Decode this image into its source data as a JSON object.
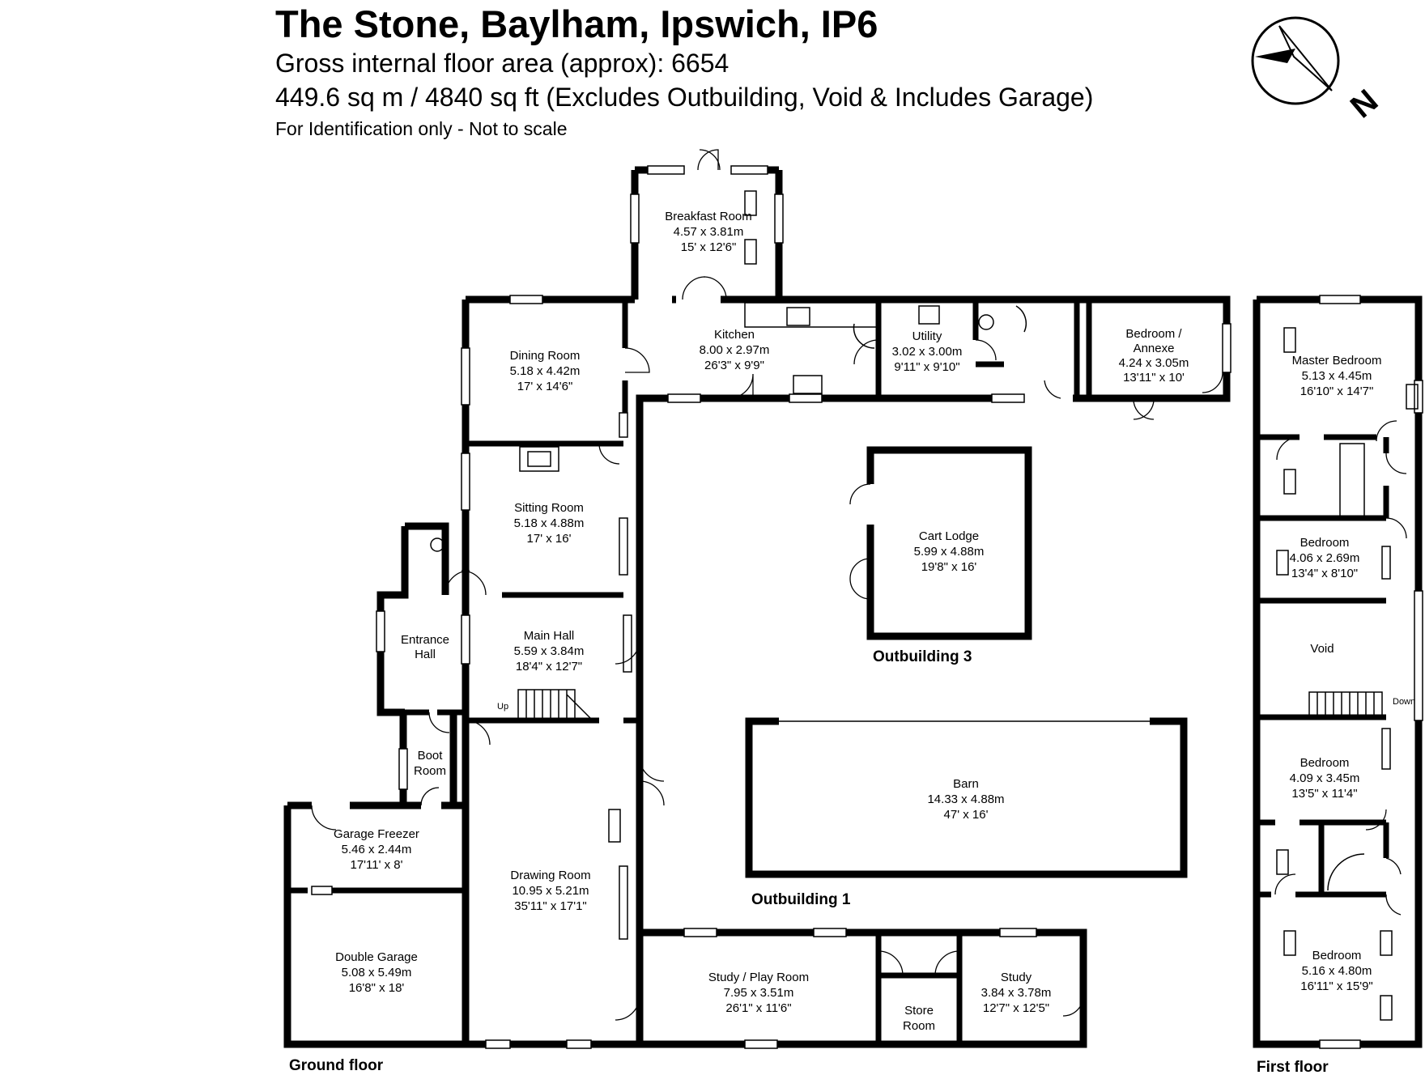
{
  "header": {
    "title": "The Stone, Baylham, Ipswich, IP6",
    "line2": "Gross internal floor area (approx): 6654",
    "line3": "449.6 sq m / 4840 sq ft (Excludes Outbuilding, Void & Includes Garage)",
    "line4": "For Identification only - Not to scale"
  },
  "compass": {
    "letter": "N",
    "icon": "compass-icon"
  },
  "floors": {
    "ground": "Ground floor",
    "first": "First floor"
  },
  "outbuildings": {
    "ob3": "Outbuilding 3",
    "ob1": "Outbuilding 1"
  },
  "rooms": {
    "breakfast": {
      "name": "Breakfast Room",
      "metric": "4.57 x 3.81m",
      "imperial": "15' x 12'6\""
    },
    "dining": {
      "name": "Dining Room",
      "metric": "5.18 x 4.42m",
      "imperial": "17' x 14'6\""
    },
    "kitchen": {
      "name": "Kitchen",
      "metric": "8.00 x 2.97m",
      "imperial": "26'3\" x 9'9\""
    },
    "utility": {
      "name": "Utility",
      "metric": "3.02 x 3.00m",
      "imperial": "9'11\" x 9'10\""
    },
    "annexe": {
      "name": "Bedroom /",
      "name2": "Annexe",
      "metric": "4.24 x 3.05m",
      "imperial": "13'11\" x 10'"
    },
    "sitting": {
      "name": "Sitting Room",
      "metric": "5.18 x 4.88m",
      "imperial": "17' x 16'"
    },
    "entrance": {
      "name": "Entrance",
      "name2": "Hall"
    },
    "mainhall": {
      "name": "Main Hall",
      "metric": "5.59 x 3.84m",
      "imperial": "18'4\" x 12'7\""
    },
    "boot": {
      "name": "Boot",
      "name2": "Room"
    },
    "freezer": {
      "name": "Garage Freezer",
      "metric": "5.46 x 2.44m",
      "imperial": "17'11' x 8'"
    },
    "garage": {
      "name": "Double Garage",
      "metric": "5.08 x 5.49m",
      "imperial": "16'8\" x 18'"
    },
    "drawing": {
      "name": "Drawing Room",
      "metric": "10.95 x 5.21m",
      "imperial": "35'11\" x 17'1\""
    },
    "study_play": {
      "name": "Study / Play Room",
      "metric": "7.95 x 3.51m",
      "imperial": "26'1\" x 11'6\""
    },
    "store": {
      "name": "Store",
      "name2": "Room"
    },
    "study": {
      "name": "Study",
      "metric": "3.84 x 3.78m",
      "imperial": "12'7\" x 12'5\""
    },
    "cartlodge": {
      "name": "Cart Lodge",
      "metric": "5.99 x 4.88m",
      "imperial": "19'8\" x 16'"
    },
    "barn": {
      "name": "Barn",
      "metric": "14.33 x 4.88m",
      "imperial": "47' x 16'"
    },
    "master": {
      "name": "Master Bedroom",
      "metric": "5.13 x 4.45m",
      "imperial": "16'10\" x 14'7\""
    },
    "bed2": {
      "name": "Bedroom",
      "metric": "4.06 x 2.69m",
      "imperial": "13'4\" x 8'10\""
    },
    "void": {
      "name": "Void"
    },
    "bed3": {
      "name": "Bedroom",
      "metric": "4.09 x 3.45m",
      "imperial": "13'5\" x 11'4\""
    },
    "bed4": {
      "name": "Bedroom",
      "metric": "5.16 x 4.80m",
      "imperial": "16'11\" x 15'9\""
    }
  },
  "stairs": {
    "up": "Up",
    "down": "Down"
  }
}
